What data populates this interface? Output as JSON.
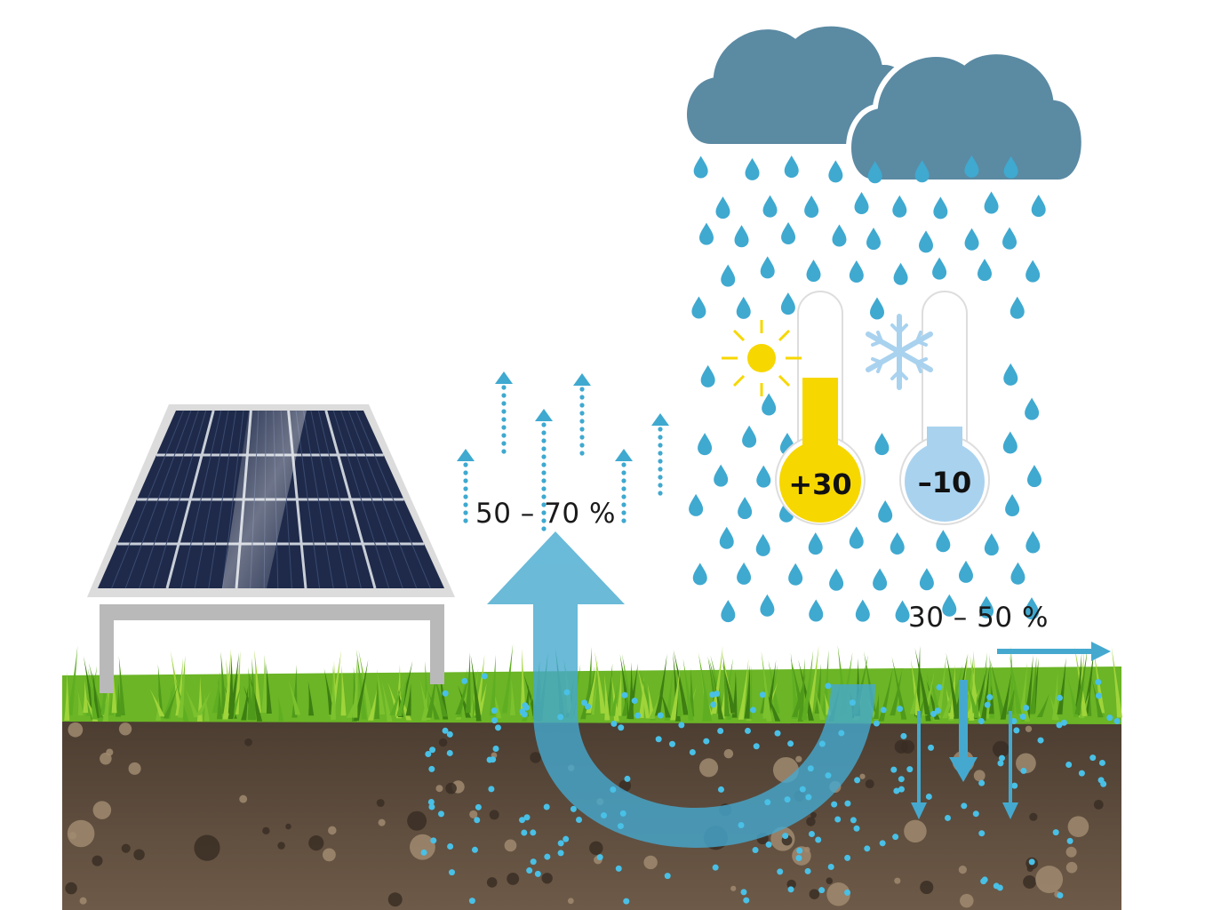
{
  "labels": {
    "evaporation": "50 – 70 %",
    "runoff": "30 – 50 %",
    "temp_hot": "+30",
    "temp_cold": "–10"
  },
  "icons": [
    "solar-panel-icon",
    "cloud-icon",
    "raindrop-icon",
    "sun-icon",
    "snowflake-icon",
    "thermometer-icon",
    "arrow-icon"
  ],
  "colors": {
    "cloud": "#5b8aa3",
    "rain": "#3fa9d0",
    "water_arrow": "#45a9cf",
    "hot": "#f7d700",
    "cold": "#a9d2ef",
    "grass": "#6bb526",
    "soil": "#5a4a3a",
    "panel": "#1f2a4a"
  }
}
